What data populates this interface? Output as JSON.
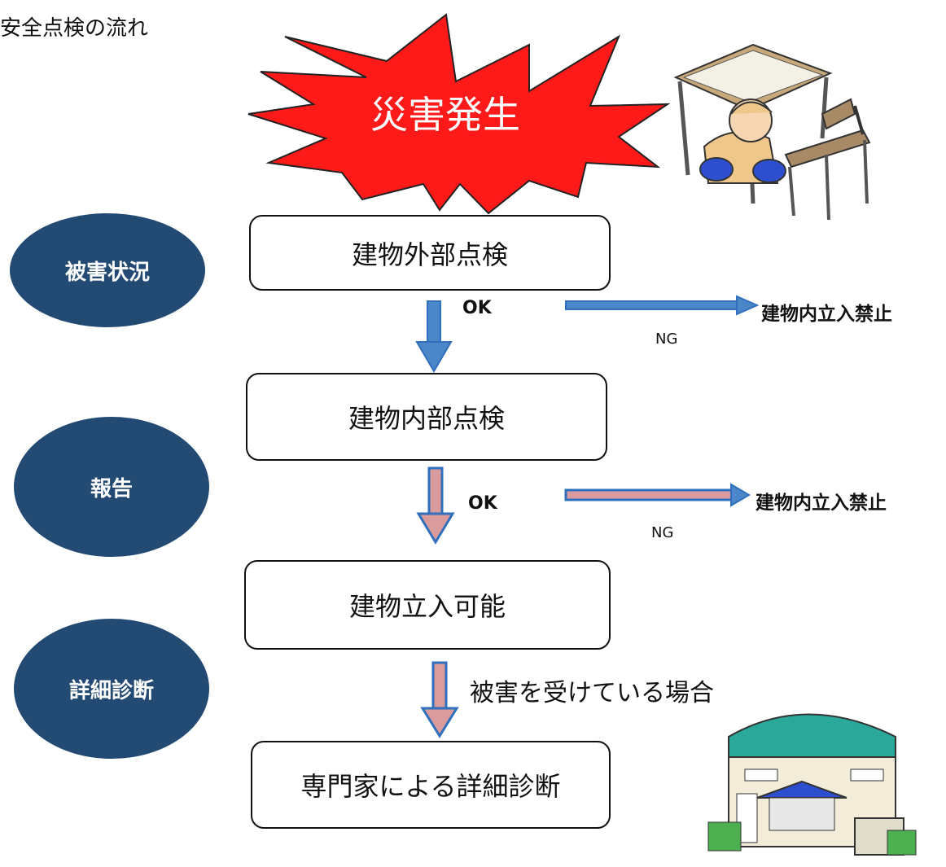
{
  "title": "安全点検の流れ",
  "burst": {
    "label": "災害発生",
    "color": "#ff1a1a"
  },
  "steps": {
    "exterior": "建物外部点検",
    "interior": "建物内部点検",
    "entry_ok": "建物立入可能",
    "expert": "専門家による詳細診断"
  },
  "phases": [
    "被害状況",
    "報告",
    "詳細診断"
  ],
  "branches": [
    {
      "pass_label": "OK",
      "fail_label": "NG",
      "fail_result": "建物内立入禁止"
    },
    {
      "pass_label": "OK",
      "fail_label": "NG",
      "fail_result": "建物内立入禁止"
    }
  ],
  "condition_label": "被害を受けている場合",
  "colors": {
    "oval": "#234a72",
    "arrow_blue": "#4a86c8",
    "arrow_pink": "#d99b9b",
    "arrow_outline": "#2f6fbd"
  },
  "illustrations": [
    "child-under-desk-illustration",
    "school-gym-building-illustration"
  ]
}
